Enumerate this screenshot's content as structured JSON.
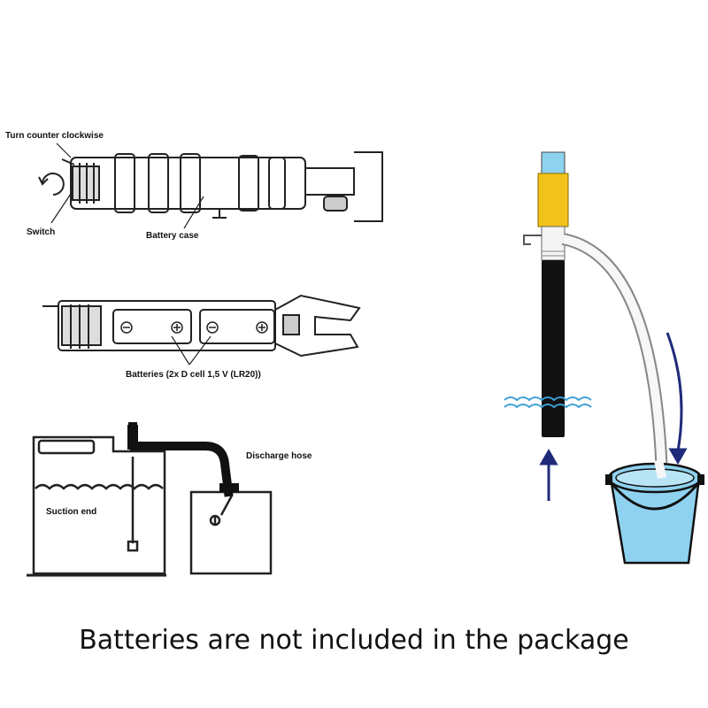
{
  "labels": {
    "turn": "Turn counter clockwise",
    "switch": "Switch",
    "battery_case": "Battery case",
    "batteries": "Batteries (2x D cell 1,5 V (LR20))",
    "discharge_hose": "Discharge hose",
    "suction_end": "Suction end"
  },
  "footer": "Batteries are not included in the package",
  "colors": {
    "line": "#222222",
    "hose_black": "#111111",
    "pump_yellow": "#f2c21a",
    "water_blue": "#8fd2f0",
    "arrow_navy": "#1f2a7a"
  }
}
